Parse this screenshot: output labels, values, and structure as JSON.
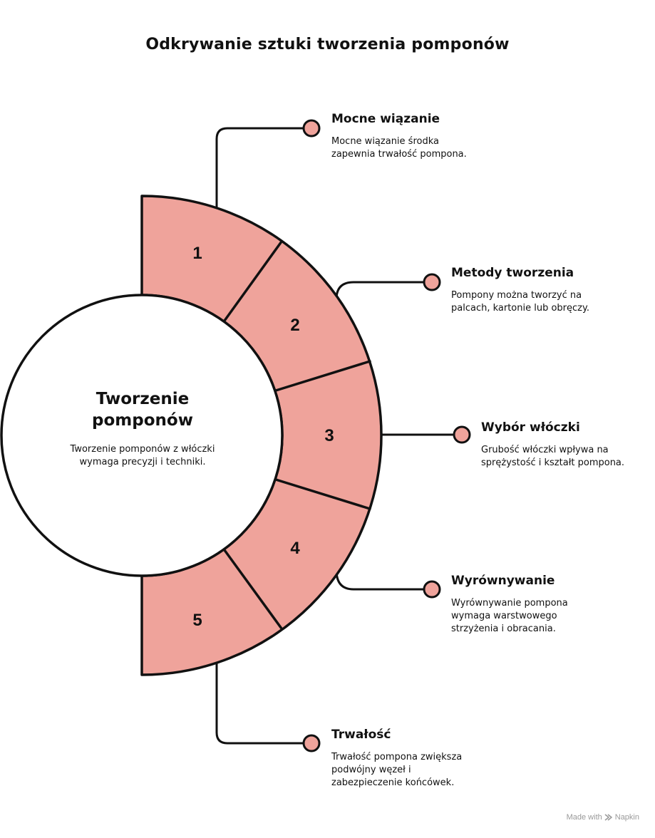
{
  "title": "Odkrywanie sztuki tworzenia pomponów",
  "center": {
    "title": "Tworzenie pomponów",
    "description": "Tworzenie pomponów z włóczki wymaga precyzji i techniki."
  },
  "segments": [
    {
      "number": "1",
      "title": "Mocne wiązanie",
      "description": "Mocne wiązanie środka zapewnia trwałość pompona."
    },
    {
      "number": "2",
      "title": "Metody tworzenia",
      "description": "Pompony można tworzyć na palcach, kartonie lub obręczy."
    },
    {
      "number": "3",
      "title": "Wybór włóczki",
      "description": "Grubość włóczki wpływa na sprężystość i kształt pompona."
    },
    {
      "number": "4",
      "title": "Wyrównywanie",
      "description": "Wyrównywanie pompona wymaga warstwowego strzyżenia i obracania."
    },
    {
      "number": "5",
      "title": "Trwałość",
      "description": "Trwałość pompona zwiększa podwójny węzeł i zabezpieczenie końcówek."
    }
  ],
  "colors": {
    "segment_fill": "#EFA39B",
    "dot_fill": "#EFA39B",
    "stroke": "#111111",
    "background": "#FFFFFF"
  },
  "footer": {
    "made_with": "Made with",
    "brand": "Napkin",
    "icon": "napkin-logo-icon"
  }
}
